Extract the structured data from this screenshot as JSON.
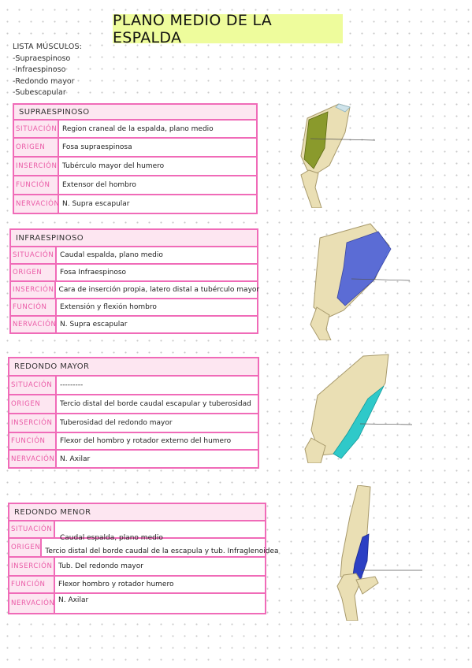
{
  "title": "PLANO MEDIO DE LA ESPALDA",
  "muscle_list": {
    "heading": "LISTA MÚSCULOS:",
    "items": [
      "-Supraespinoso",
      "-Infraespinoso",
      "-Redondo mayor",
      "-Subescapular"
    ]
  },
  "row_labels": {
    "situacion": "SITUACIÓN",
    "origen": "ORIGEN",
    "insercion": "INSERCIÓN",
    "funcion": "FUNCIÓN",
    "nervacion": "NERVACIÓN"
  },
  "sections": [
    {
      "title": "SUPRAESPINOSO",
      "situacion": "Region craneal de la espalda, plano medio",
      "origen": "Fosa supraespinosa",
      "insercion": "Tubérculo mayor del humero",
      "funcion": "Extensor del hombro",
      "nervacion": "N. Supra escapular",
      "muscle_color": "#8a9a2c"
    },
    {
      "title": "INFRAESPINOSO",
      "situacion": "Caudal espalda, plano medio",
      "origen": "Fosa Infraespinoso",
      "insercion": "Cara de inserción propia, latero distal a tubérculo mayor",
      "funcion": "Extensión y flexión hombro",
      "nervacion": "N. Supra escapular",
      "muscle_color": "#4f63d8"
    },
    {
      "title": "REDONDO MAYOR",
      "situacion": "---------",
      "origen": "Tercio distal del borde caudal escapular y tuberosidad",
      "insercion": "Tuberosidad del redondo mayor",
      "funcion": "Flexor del hombro y rotador externo del humero",
      "nervacion": "N. Axilar",
      "muscle_color": "#2fc9c9"
    },
    {
      "title": "REDONDO MENOR",
      "situacion": "",
      "origen": "Tercio distal del borde caudal de la escapula y tub. Infraglenoidea",
      "origen_extra": "Caudal espalda, plano medio",
      "insercion": "Tub. Del redondo mayor",
      "funcion": "Flexor hombro y rotador humero",
      "nervacion": "N. Axilar",
      "muscle_color": "#2b3fc4"
    }
  ],
  "colors": {
    "title_bg": "#eefc9c",
    "table_border": "#f06bb8",
    "label_bg": "#fde6f1",
    "label_text": "#ea5aa6",
    "bone": "#eadfb4"
  }
}
